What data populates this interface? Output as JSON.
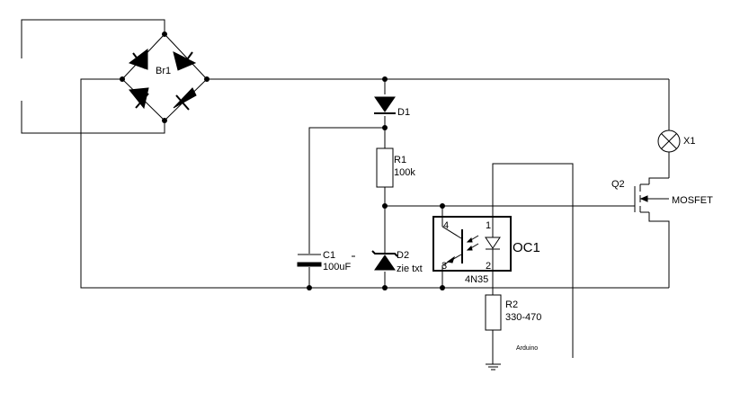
{
  "components": {
    "bridge": {
      "ref": "Br1"
    },
    "d1": {
      "ref": "D1"
    },
    "r1": {
      "ref": "R1",
      "value": "100k"
    },
    "c1": {
      "ref": "C1",
      "value": "100uF"
    },
    "d2": {
      "ref": "D2",
      "value": "zie txt"
    },
    "optocoupler": {
      "ref": "OC1",
      "part": "4N35",
      "pins": [
        "1",
        "2",
        "3",
        "4"
      ]
    },
    "r2": {
      "ref": "R2",
      "value": "330-470"
    },
    "q2": {
      "ref": "Q2",
      "type": "MOSFET"
    },
    "lamp": {
      "ref": "X1"
    }
  },
  "notes": {
    "arduino": "Arduino"
  }
}
